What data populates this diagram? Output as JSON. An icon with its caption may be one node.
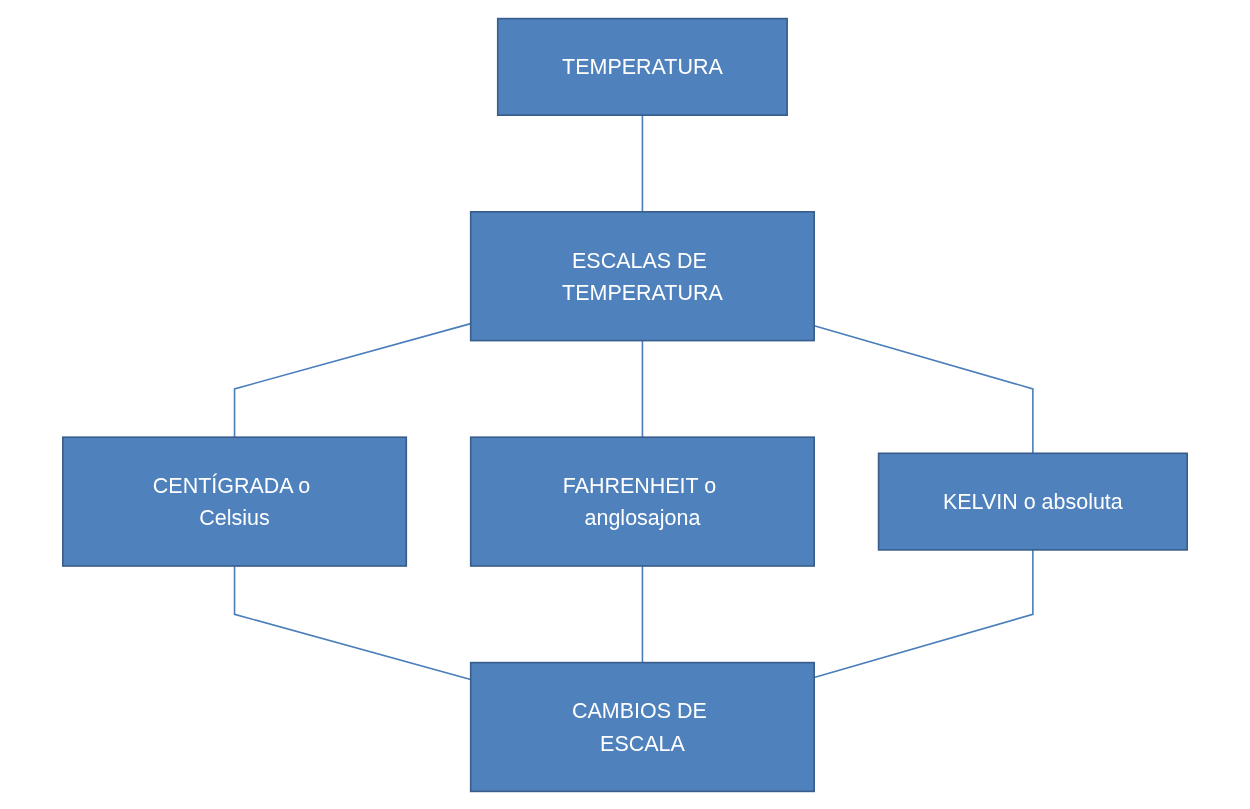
{
  "diagram": {
    "nodes": [
      {
        "text": [
          "TEMPERATURA"
        ]
      },
      {
        "text": [
          "ESCALAS DE TEMPERATURA"
        ]
      },
      {
        "text": [
          "CENTÍGRADA o Celsius"
        ]
      },
      {
        "text": [
          "FAHRENHEIT o anglosajona"
        ]
      },
      {
        "text": [
          "KELVIN o absoluta"
        ]
      },
      {
        "text": [
          "CAMBIOS DE ESCALA"
        ]
      }
    ],
    "edges": [
      {
        "from": 0,
        "to": 1,
        "arrow": "none"
      },
      {
        "from": 1,
        "to": 2,
        "arrow": "none"
      },
      {
        "from": 1,
        "to": 3,
        "arrow": "none"
      },
      {
        "from": 1,
        "to": 4,
        "arrow": "none"
      },
      {
        "from": 2,
        "to": 5,
        "arrow": "none"
      },
      {
        "from": 3,
        "to": 5,
        "arrow": "none"
      },
      {
        "from": 4,
        "to": 5,
        "arrow": "none"
      }
    ]
  }
}
